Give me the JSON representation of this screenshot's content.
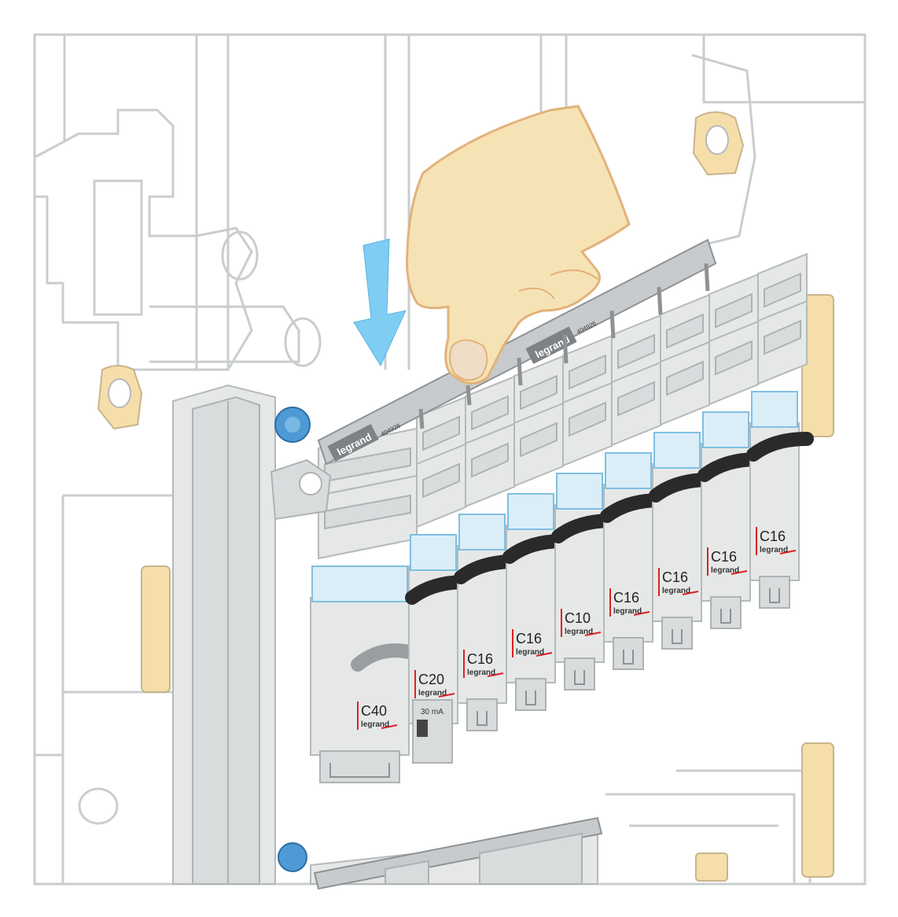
{
  "comb_bar": {
    "brand_labels": [
      "legrand",
      "legrand"
    ],
    "part_numbers": [
      "404926",
      "404926"
    ]
  },
  "rcd_label": "30 mA",
  "breakers": [
    {
      "rating": "C40",
      "brand": "legrand"
    },
    {
      "rating": "C20",
      "brand": "legrand"
    },
    {
      "rating": "C16",
      "brand": "legrand"
    },
    {
      "rating": "C16",
      "brand": "legrand"
    },
    {
      "rating": "C10",
      "brand": "legrand"
    },
    {
      "rating": "C16",
      "brand": "legrand"
    },
    {
      "rating": "C16",
      "brand": "legrand"
    },
    {
      "rating": "C16",
      "brand": "legrand"
    },
    {
      "rating": "C16",
      "brand": "legrand"
    }
  ],
  "colors": {
    "arrow": "#7fcdf3",
    "hand": "#f6e3b5",
    "hand_outline": "#e2b27a",
    "breaker_body": "#e6e8e8",
    "label_band": "#dbeef8",
    "rating_mark": "#e02020",
    "toggle": "#2a2a2a",
    "terminal_cream": "#f6deaa",
    "screw_blue": "#4d9ad4"
  },
  "icons": [
    "down-arrow-icon",
    "hand-icon"
  ]
}
